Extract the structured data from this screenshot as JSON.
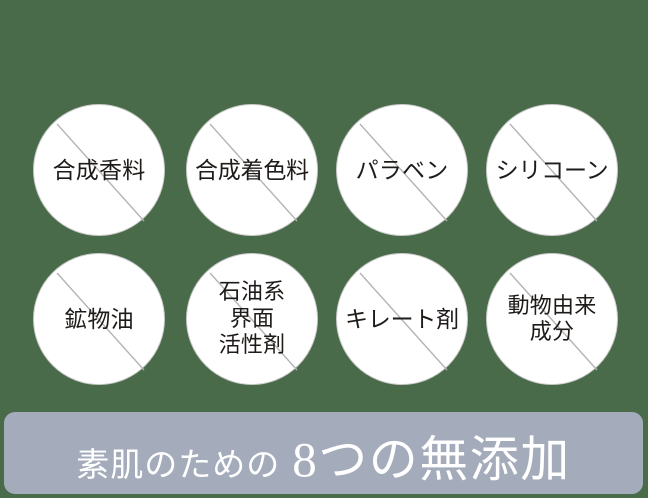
{
  "theme": {
    "background_color": "#4a6b4a",
    "circle_fill": "#ffffff",
    "circle_border_color": "#cbcbcb",
    "slash_color": "#b4b4b4",
    "banner_color": "#a4abbb",
    "banner_text_color": "#ffffff",
    "label_text_color": "#1e1b19"
  },
  "badges": [
    {
      "id": "synthetic-fragrance",
      "label": "合成香料",
      "lines": 1
    },
    {
      "id": "synthetic-colorant",
      "label": "合成着色料",
      "lines": 1
    },
    {
      "id": "paraben",
      "label": "パラベン",
      "lines": 1
    },
    {
      "id": "silicone",
      "label": "シリコーン",
      "lines": 1
    },
    {
      "id": "mineral-oil",
      "label": "鉱物油",
      "lines": 1
    },
    {
      "id": "petroleum-surfactant",
      "label": "石油系\n界面\n活性剤",
      "lines": 3
    },
    {
      "id": "chelating-agent",
      "label": "キレート剤",
      "lines": 1
    },
    {
      "id": "animal-derived",
      "label": "動物由来\n成分",
      "lines": 2
    }
  ],
  "banner": {
    "lead_text": "素肌のための",
    "main_text": "8つの無添加",
    "count": 8
  }
}
